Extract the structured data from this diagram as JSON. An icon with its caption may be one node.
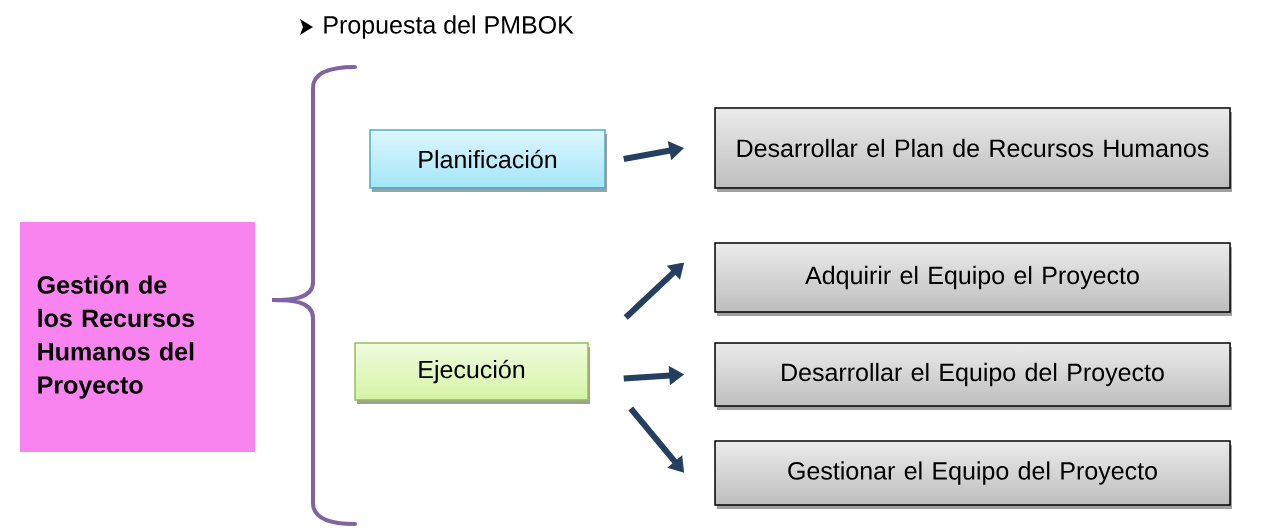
{
  "diagram": {
    "title": "Propuesta del PMBOK",
    "nodes": [
      {
        "text": [
          "Gestión de los Recursos Humanos del Proyecto"
        ]
      },
      {
        "text": [
          "Planificación"
        ]
      },
      {
        "text": [
          "Desarrollar el Plan de Recursos Humanos"
        ]
      },
      {
        "text": [
          "Ejecución"
        ]
      },
      {
        "text": [
          "Adquirir el Equipo el Proyecto"
        ]
      },
      {
        "text": [
          "Desarrollar el Equipo del Proyecto"
        ]
      },
      {
        "text": [
          "Gestionar el Equipo del Proyecto"
        ]
      }
    ],
    "edges": [
      {
        "from": 1,
        "to": 2,
        "arrow": "to"
      },
      {
        "from": 3,
        "to": 4,
        "arrow": "to"
      },
      {
        "from": 3,
        "to": 5,
        "arrow": "to"
      },
      {
        "from": 3,
        "to": 6,
        "arrow": "to"
      }
    ]
  }
}
